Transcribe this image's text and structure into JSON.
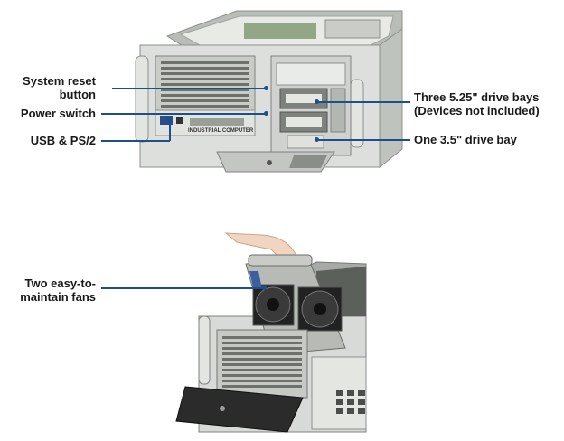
{
  "top_labels": {
    "system_reset": [
      "System reset",
      "button"
    ],
    "power_switch": "Power switch",
    "usb_ps2": "USB & PS/2",
    "drive_bays_525": [
      "Three 5.25\" drive bays",
      "(Devices not included)"
    ],
    "drive_bay_35": "One 3.5\" drive bay"
  },
  "bottom_labels": {
    "fans": [
      "Two easy-to-",
      "maintain fans"
    ]
  },
  "panel_text": "INDUSTRIAL COMPUTER",
  "colors": {
    "callout_line": "#1f4e8c",
    "chassis": "#d9dcd8",
    "chassis_dark": "#a9ada9",
    "fan_blue": "#3b5fa0"
  }
}
